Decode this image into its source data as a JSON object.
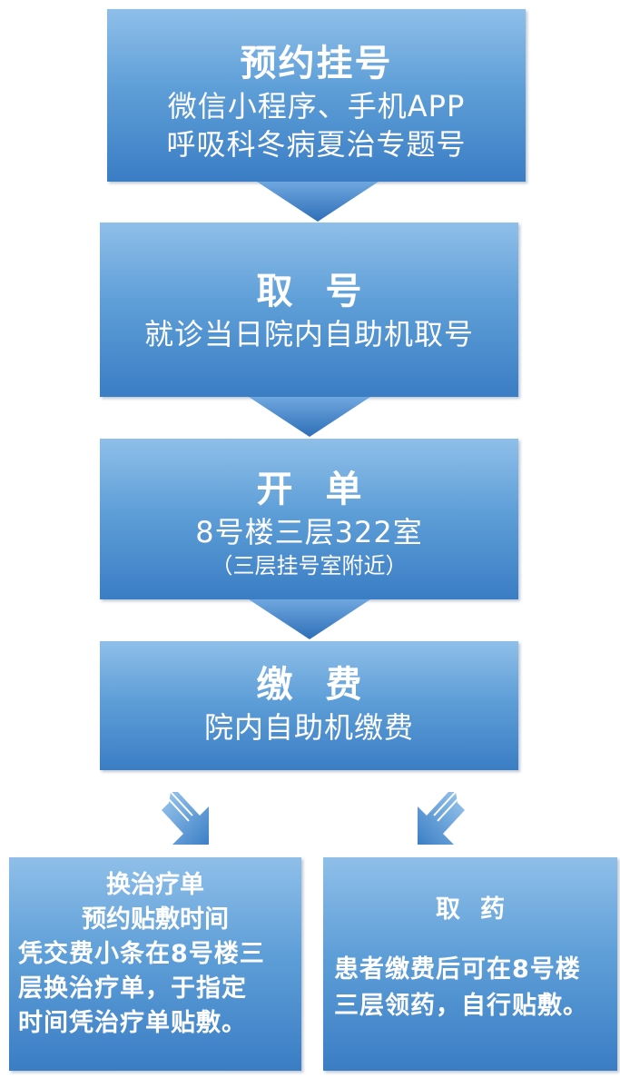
{
  "steps": [
    {
      "title": "预约挂号",
      "lines": [
        "微信小程序、手机APP",
        "呼吸科冬病夏治专题号"
      ]
    },
    {
      "title": "取号",
      "lines": [
        "就诊当日院内自助机取号"
      ]
    },
    {
      "title": "开单",
      "lines": [
        "8号楼三层322室"
      ],
      "note": "（三层挂号室附近）"
    },
    {
      "title": "缴费",
      "lines": [
        "院内自助机缴费"
      ]
    }
  ],
  "branches": [
    {
      "title_lines": [
        "换治疗单",
        "预约贴敷时间"
      ],
      "body_lines": [
        "凭交费小条在8号楼三",
        "层换治疗单，于指定",
        "时间凭治疗单贴敷。"
      ]
    },
    {
      "title": "取药",
      "body_lines": [
        "患者缴费后可在8号楼",
        "三层领药，自行贴敷。"
      ]
    }
  ],
  "colors": {
    "box_top": "#8fbfe9",
    "box_bottom": "#3a7dc4",
    "arrow": "#3c7fc6",
    "text": "#ffffff"
  }
}
